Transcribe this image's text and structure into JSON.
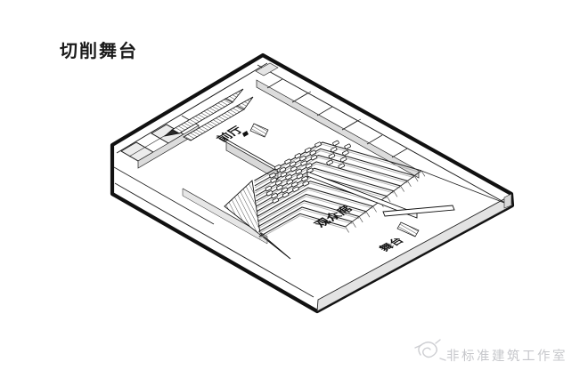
{
  "title": {
    "text": "切削舞台"
  },
  "diagram": {
    "type": "axonometric-cutaway-theater",
    "labels": {
      "lobby": "前厅",
      "audience": "观众席",
      "stage": "舞台"
    },
    "colors": {
      "line": "#1a1a1a",
      "wall": "#d9d9d9",
      "slab": "#e3e3e3",
      "paper": "#ffffff"
    }
  },
  "watermark": {
    "logo": "sketch-bird-logo",
    "text": "非标准建筑工作室",
    "color": "#c6c7cb"
  }
}
